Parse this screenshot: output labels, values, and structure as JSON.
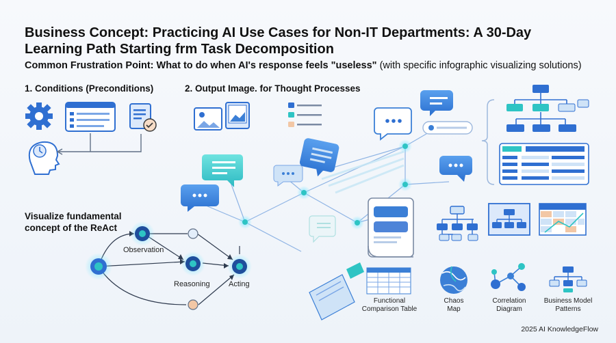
{
  "title": "Business Concept: Practicing AI Use Cases for Non-IT Departments: A 30-Day Learning Path Starting frm Task Decomposition",
  "subtitle": {
    "bold": "Common Frustration Point: What to do when AI's response feels \"useless\"",
    "plain": "(with specific infographic visualizing solutions)"
  },
  "sections": {
    "conditions": "1. Conditions (Preconditions)",
    "output": "2. Output Image. for Thought Processes",
    "react": "Visualize fundamental concept of the ReAct"
  },
  "react_nodes": {
    "observation": "Observation",
    "reasoning": "Reasoning",
    "acting": "Acting"
  },
  "captions": {
    "comparison_line1": "Functional",
    "comparison_line2": "Comparison Table",
    "chaos_line1": "Chaos",
    "chaos_line2": "Map",
    "correlation_line1": "Correlation",
    "correlation_line2": "Diagram",
    "business_line1": "Business Model",
    "business_line2": "Patterns"
  },
  "footer": "2025 AI KnowledgeFlow",
  "colors": {
    "navy": "#1f4e9c",
    "blue": "#3b7fd6",
    "teal": "#2ec4c4",
    "light_blue": "#cfe3f7",
    "accent_orange": "#f2c7a5"
  }
}
